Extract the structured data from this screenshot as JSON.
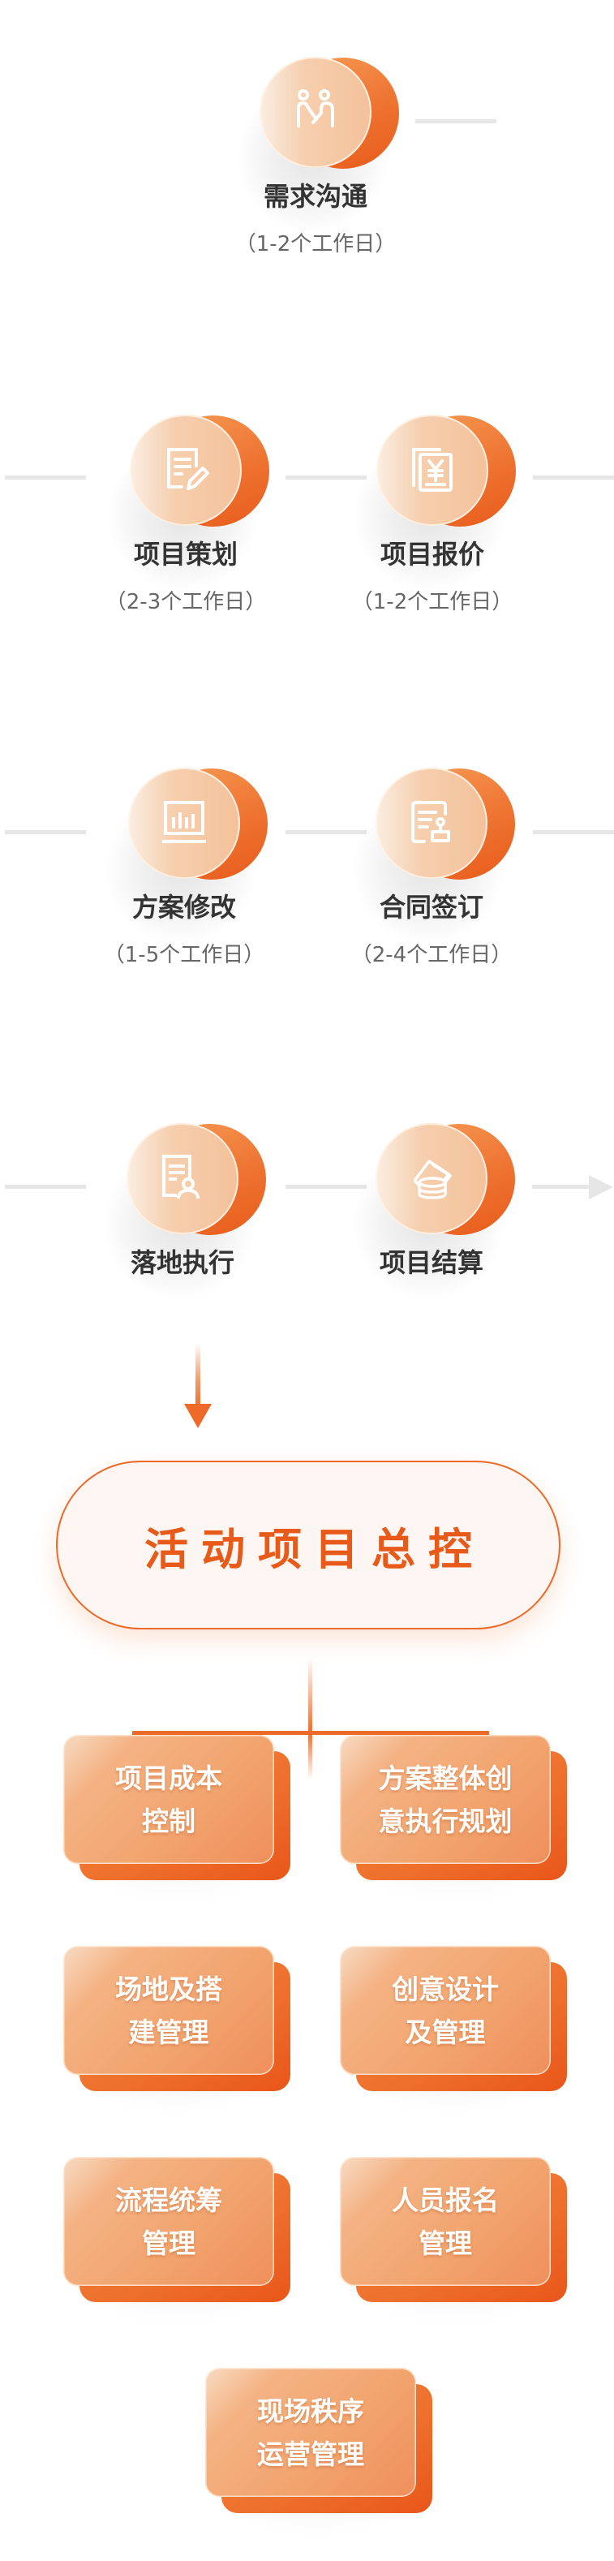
{
  "steps": [
    {
      "title": "需求沟通",
      "duration": "（1-2个工作日）",
      "icon": "handshake-people-icon"
    },
    {
      "title": "项目策划",
      "duration": "（2-3个工作日）",
      "icon": "document-edit-icon"
    },
    {
      "title": "项目报价",
      "duration": "（1-2个工作日）",
      "icon": "yuan-invoice-icon"
    },
    {
      "title": "方案修改",
      "duration": "（1-5个工作日）",
      "icon": "bar-chart-icon"
    },
    {
      "title": "合同签订",
      "duration": "（2-4个工作日）",
      "icon": "contract-stamp-icon"
    },
    {
      "title": "落地执行",
      "icon": "document-person-icon"
    },
    {
      "title": "项目结算",
      "icon": "coins-stack-icon"
    }
  ],
  "hub": {
    "label": "活动项目总控"
  },
  "modules": [
    {
      "lines": [
        "项目成本",
        "控制"
      ]
    },
    {
      "lines": [
        "方案整体创",
        "意执行规划"
      ]
    },
    {
      "lines": [
        "场地及搭",
        "建管理"
      ]
    },
    {
      "lines": [
        "创意设计",
        "及管理"
      ]
    },
    {
      "lines": [
        "流程统筹",
        "管理"
      ]
    },
    {
      "lines": [
        "人员报名",
        "管理"
      ]
    },
    {
      "lines": [
        "现场秩序",
        "运营管理"
      ]
    }
  ],
  "colors": {
    "accent": "#ec6a2a",
    "line_gray": "#e6e6e6",
    "title": "#333333",
    "subtitle": "#666666"
  }
}
